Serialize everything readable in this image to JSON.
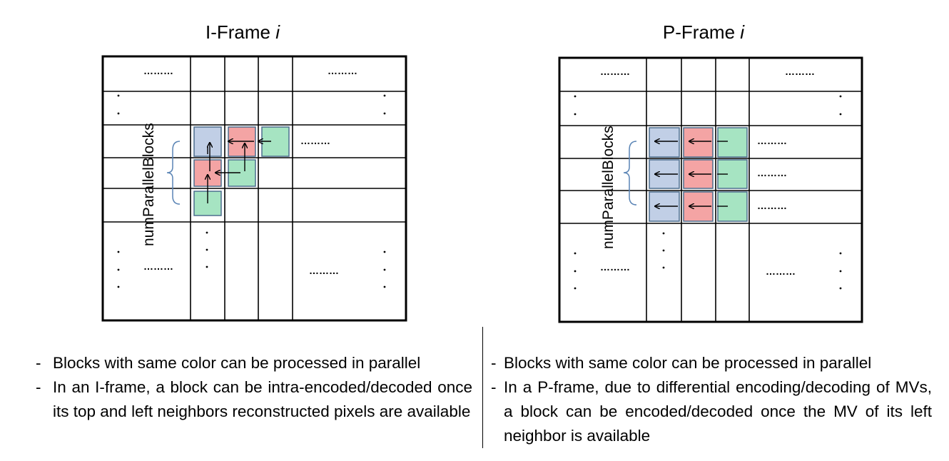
{
  "left_frame": {
    "title": "I-Frame",
    "title_symbol": "i",
    "side_label": "numParallelBlocks",
    "dots": "………"
  },
  "right_frame": {
    "title": "P-Frame",
    "title_symbol": "i",
    "side_label": "numParallelBlocks",
    "dots": "………"
  },
  "colors": {
    "blue": "#c1cfe6",
    "red": "#f4a4a4",
    "green": "#a6e4c2",
    "box_border": "#4d6e8e",
    "bracket": "#5a84b5"
  },
  "notes_left": {
    "bullet": "-",
    "items": [
      "Blocks with same color can be processed in parallel",
      "In an I-frame, a block can be intra-encoded/decoded once its top and left neighbors reconstructed pixels are available"
    ]
  },
  "notes_right": {
    "bullet": "-",
    "items": [
      "Blocks with same color can be processed in parallel",
      "In a P-frame, due to differential encoding/decoding of MVs, a block can be encoded/decoded once the MV of its left neighbor is available"
    ]
  }
}
